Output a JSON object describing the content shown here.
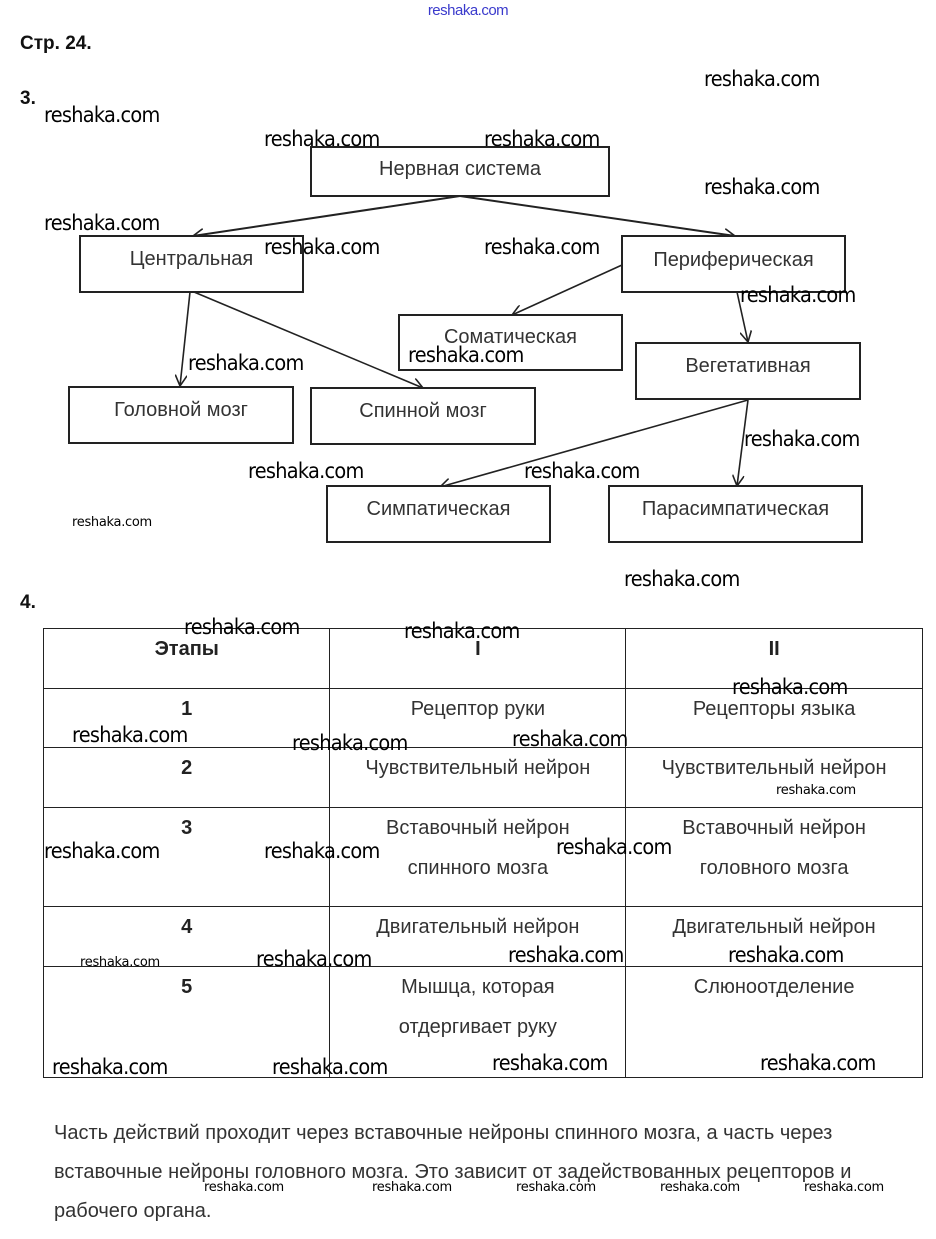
{
  "header": {
    "top_watermark": "reshaka.com",
    "page_label": "Стр. 24."
  },
  "task3": {
    "number": "3.",
    "diagram": {
      "root": "Нервная система",
      "central": "Центральная",
      "peripheral": "Периферическая",
      "somatic": "Соматическая",
      "vegetative": "Вегетативная",
      "brain": "Головной мозг",
      "spinal_cord": "Спинной мозг",
      "sympathetic": "Симпатическая",
      "parasympathetic": "Парасимпатическая"
    }
  },
  "task4": {
    "number": "4.",
    "table": {
      "headers": [
        "Этапы",
        "I",
        "II"
      ],
      "rows": [
        {
          "stage": "1",
          "col1": "Рецептор руки",
          "col2": "Рецепторы языка"
        },
        {
          "stage": "2",
          "col1": "Чувствительный нейрон",
          "col2": "Чувствительный нейрон"
        },
        {
          "stage": "3",
          "col1": "Вставочный нейрон спинного мозга",
          "col2": "Вставочный нейрон головного мозга"
        },
        {
          "stage": "4",
          "col1": "Двигательный нейрон",
          "col2": "Двигательный нейрон"
        },
        {
          "stage": "5",
          "col1": "Мышца, которая отдергивает руку",
          "col2": "Слюноотделение"
        }
      ]
    },
    "conclusion": "Часть действий проходит через вставочные нейроны спинного мозга, а часть через вставочные нейроны головного мозга. Это зависит от задействованных рецепторов и рабочего органа."
  },
  "watermark_text": "reshaka.com"
}
